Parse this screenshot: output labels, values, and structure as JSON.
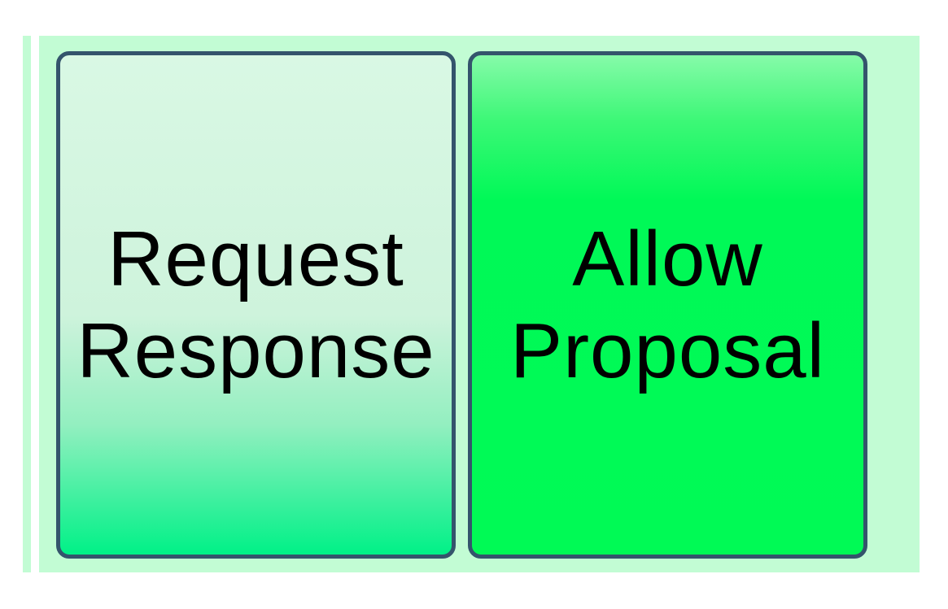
{
  "colors": {
    "page-bg": "#ffffff",
    "panel-bg": "#c2fcd4",
    "node-border": "#34546c",
    "text": "#000000",
    "left-g1": "#d9f8e4",
    "left-g2": "#cef3dc",
    "left-g3": "#93efc0",
    "left-g4": "#00f187",
    "right-g1": "#86faa9",
    "right-g2": "#3df877",
    "right-g3": "#00f957",
    "right-g4": "#00fa55"
  },
  "buttons": [
    {
      "name": "request-response",
      "label_line1": "Request",
      "label_line2": "Response"
    },
    {
      "name": "allow-proposal",
      "label_line1": "Allow",
      "label_line2": "Proposal"
    }
  ]
}
